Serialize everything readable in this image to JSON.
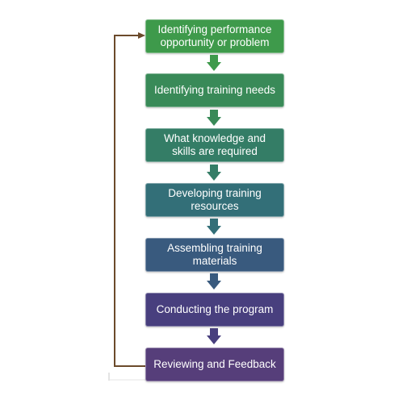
{
  "steps": [
    {
      "label": "Identifying performance opportunity or problem",
      "color": "#3e9a4b"
    },
    {
      "label": "Identifying training needs",
      "color": "#398a58"
    },
    {
      "label": "What knowledge and skills are required",
      "color": "#347d66"
    },
    {
      "label": "Developing training resources",
      "color": "#336f78"
    },
    {
      "label": "Assembling training materials",
      "color": "#395a7e"
    },
    {
      "label": "Conducting the program",
      "color": "#483f7e"
    },
    {
      "label": "Reviewing and Feedback",
      "color": "#563e7a"
    }
  ],
  "colors": {
    "feedback_line": "#6b4a2b"
  }
}
